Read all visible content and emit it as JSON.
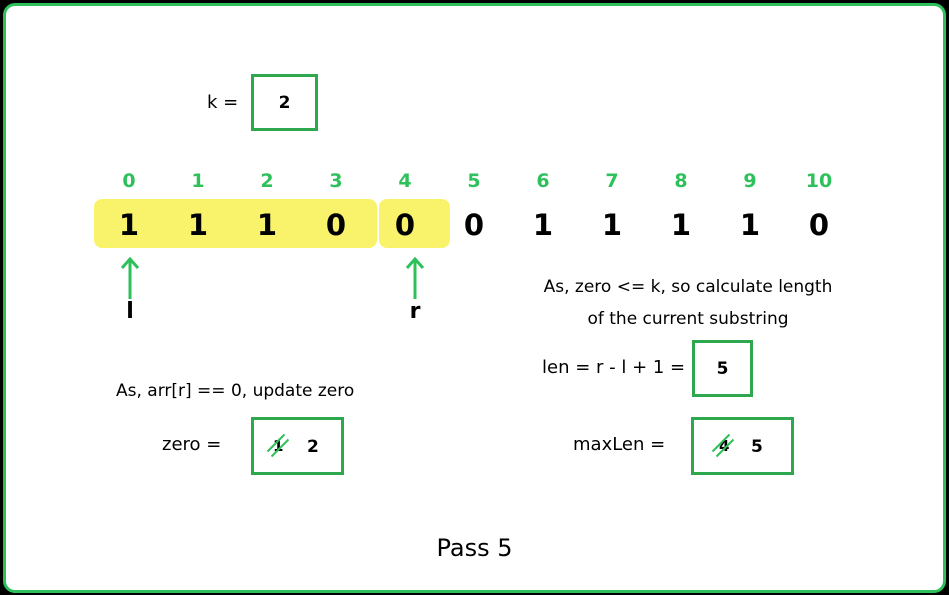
{
  "k": {
    "label": "k =",
    "value": "2"
  },
  "indices": [
    "0",
    "1",
    "2",
    "3",
    "4",
    "5",
    "6",
    "7",
    "8",
    "9",
    "10"
  ],
  "values": [
    "1",
    "1",
    "1",
    "0",
    "0",
    "0",
    "1",
    "1",
    "1",
    "1",
    "0"
  ],
  "pointers": {
    "left": "l",
    "right": "r"
  },
  "notes": {
    "zero_update": "As, arr[r] == 0, update zero",
    "condition_line1": "As, zero <= k, so calculate length",
    "condition_line2": "of the current substring"
  },
  "zero": {
    "label": "zero  =",
    "old": "1",
    "new": "2"
  },
  "len": {
    "label": "len = r - l + 1 =",
    "value": "5"
  },
  "maxLen": {
    "label": "maxLen =",
    "old": "4",
    "new": "5"
  },
  "footer": "Pass 5",
  "colors": {
    "accent": "#2ec05a",
    "highlight": "#f9f36b"
  }
}
